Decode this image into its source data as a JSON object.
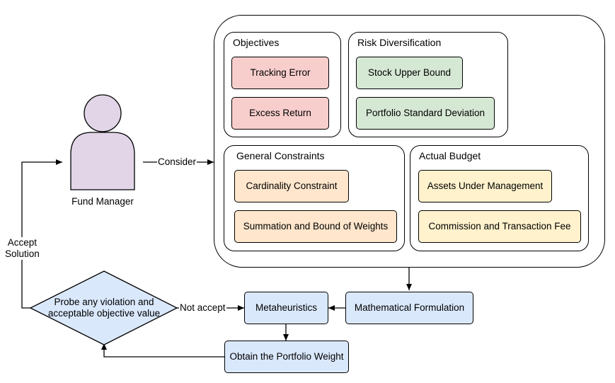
{
  "objectives": {
    "title": "Objectives",
    "items": [
      "Tracking Error",
      "Excess Return"
    ]
  },
  "risk": {
    "title": "Risk Diversification",
    "items": [
      "Stock Upper Bound",
      "Portfolio Standard Deviation"
    ]
  },
  "general": {
    "title": "General Constraints",
    "items": [
      "Cardinality Constraint",
      "Summation and Bound of Weights"
    ]
  },
  "budget": {
    "title": "Actual Budget",
    "items": [
      "Assets Under Management",
      "Commission and Transaction Fee"
    ]
  },
  "actor": {
    "label": "Fund Manager"
  },
  "edges": {
    "consider": "Consider",
    "accept_line1": "Accept",
    "accept_line2": "Solution",
    "not_accept": "Not accept"
  },
  "process": {
    "math": "Mathematical Formulation",
    "meta": "Metaheuristics",
    "obtain": "Obtain the Portfolio Weight"
  },
  "decision": {
    "line1": "Probe any violation and",
    "line2": "acceptable objective value"
  },
  "colors": {
    "objectives_fill": "#f8cecc",
    "risk_fill": "#d5e8d4",
    "general_fill": "#ffe6cc",
    "budget_fill": "#fff2cc",
    "process_fill": "#dae8fc",
    "actor_fill": "#e1d5e7"
  }
}
